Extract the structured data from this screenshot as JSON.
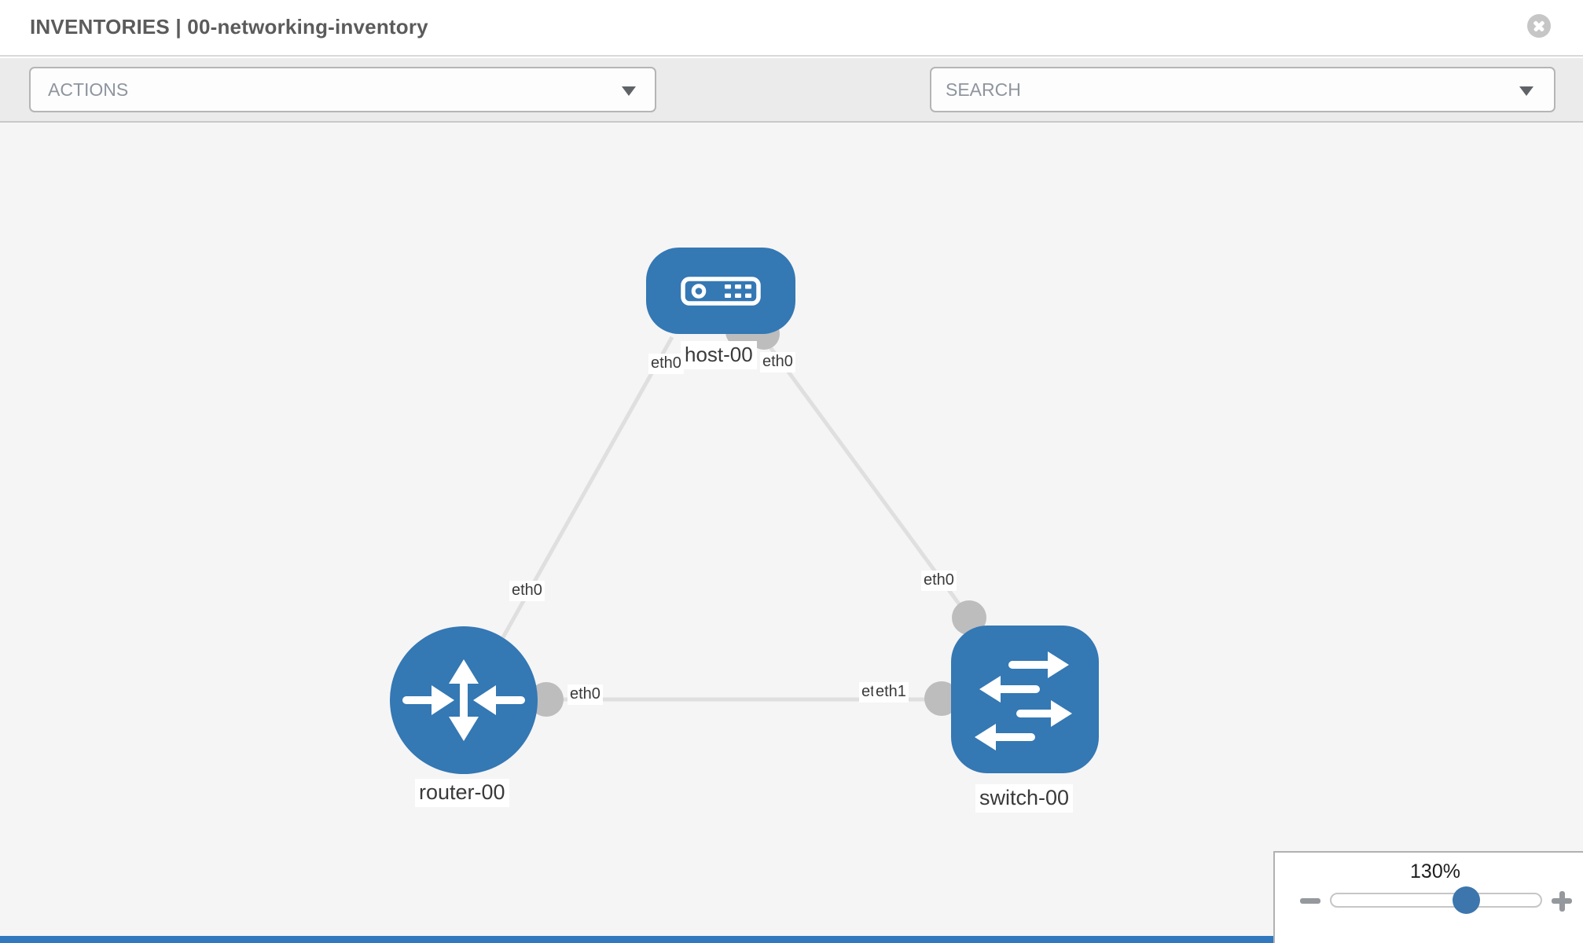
{
  "header": {
    "title": "INVENTORIES | 00-networking-inventory"
  },
  "toolbar": {
    "actions_label": "ACTIONS",
    "search_label": "SEARCH"
  },
  "canvas": {
    "nodes": [
      {
        "label": "host-00",
        "type": "host",
        "shape": "rounded-rectangle"
      },
      {
        "label": "router-00",
        "type": "router",
        "shape": "circle"
      },
      {
        "label": "switch-00",
        "type": "switch",
        "shape": "rounded-square"
      }
    ],
    "interface_labels": {
      "host_left": "eth0",
      "host_right": "eth0",
      "router_top": "eth0",
      "switch_top": "eth0",
      "router_right": "eth0",
      "switch_left_behind": "eth0",
      "switch_left": "eth1"
    },
    "links": [
      {
        "source": "host-00",
        "source_interface": "eth0",
        "target": "router-00",
        "target_interface": "eth0"
      },
      {
        "source": "host-00",
        "source_interface": "eth0",
        "target": "switch-00",
        "target_interface": "eth0"
      },
      {
        "source": "router-00",
        "source_interface": "eth0",
        "target": "switch-00",
        "target_interface": "eth1"
      }
    ]
  },
  "zoom_panel": {
    "level": "130%",
    "minus_icon": "minus",
    "plus_icon": "plus"
  },
  "icons": {
    "close": "x-circle",
    "wrench": "wrench",
    "key": "key",
    "dropdown_caret": "chevron-down"
  },
  "colors": {
    "node_blue": "#3478b4",
    "canvas_bg": "#f5f5f6",
    "toolbar_bg": "#ebebeb",
    "link_gray": "#dfdfdf",
    "interface_gray": "#bdbdbd",
    "slider_thumb_blue": "#3c76ad",
    "footer_accent_blue": "#3178be"
  }
}
